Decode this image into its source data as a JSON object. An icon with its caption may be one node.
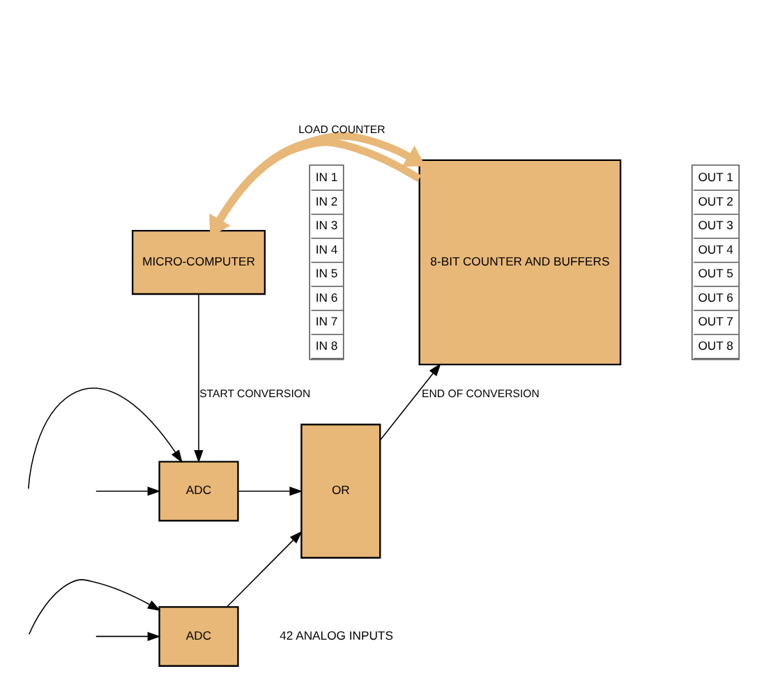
{
  "diagram": {
    "nodes": [
      {
        "text": [
          "MICRO-COMPUTER"
        ]
      },
      {
        "text": [
          "8-BIT COUNTER AND BUFFERS"
        ]
      },
      {
        "text": [
          "ADC"
        ]
      },
      {
        "text": [
          "ADC"
        ]
      },
      {
        "text": [
          "OR"
        ]
      }
    ],
    "edges": [
      {
        "from": 1,
        "to": 0,
        "arrow": "to",
        "style": "thick",
        "color": "#e8b878"
      },
      {
        "from": 0,
        "to": 1,
        "arrow": "to",
        "label": "LOAD COUNTER",
        "style": "thick",
        "color": "#e8b878"
      },
      {
        "from": 0,
        "to": 2,
        "arrow": "to",
        "label": "START CONVERSION"
      },
      {
        "from": 2,
        "to": 4,
        "arrow": "to"
      },
      {
        "from": 3,
        "to": 4,
        "arrow": "to"
      },
      {
        "from": 4,
        "to": 1,
        "arrow": "to",
        "label": "END OF CONVERSION"
      },
      {
        "from": null,
        "to": 2,
        "arrow": "to"
      },
      {
        "from": null,
        "to": 2,
        "arrow": "to"
      },
      {
        "from": null,
        "to": 3,
        "arrow": "to"
      },
      {
        "from": null,
        "to": 3,
        "arrow": "to"
      }
    ],
    "labels": [
      "IN 1",
      "IN 2",
      "IN 3",
      "IN 4",
      "IN 5",
      "IN 6",
      "IN 7",
      "IN 8",
      "OUT 1",
      "OUT 2",
      "OUT 3",
      "OUT 4",
      "OUT 5",
      "OUT 6",
      "OUT 7",
      "OUT 8",
      "42 ANALOG INPUTS"
    ]
  }
}
